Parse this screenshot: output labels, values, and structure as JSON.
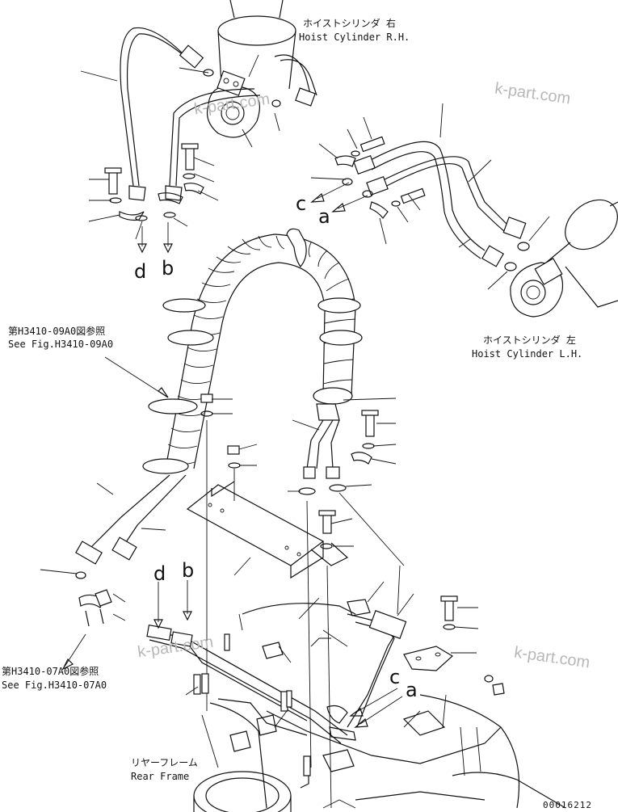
{
  "labels": {
    "hoist_rh_jp": "ホイストシリンダ 右",
    "hoist_rh_en": "Hoist Cylinder R.H.",
    "hoist_lh_jp": "ホイストシリンダ 左",
    "hoist_lh_en": "Hoist Cylinder L.H.",
    "ref_09a0_jp": "第H3410-09A0図参照",
    "ref_09a0_en": "See Fig.H3410-09A0",
    "ref_07a0_jp": "第H3410-07A0図参照",
    "ref_07a0_en": "See Fig.H3410-07A0",
    "rear_frame_jp": "リヤーフレーム",
    "rear_frame_en": "Rear Frame",
    "drawing_no": "00016212"
  },
  "letters": {
    "c_top": "c",
    "a_top": "a",
    "d_top": "d",
    "b_top": "b",
    "d_mid": "d",
    "b_mid": "b",
    "c_low": "c",
    "a_low": "a"
  },
  "watermarks": {
    "w1": "k-part.com",
    "w2": "k-part.com",
    "w3": "k-part.com",
    "w4": "k-part.com"
  }
}
